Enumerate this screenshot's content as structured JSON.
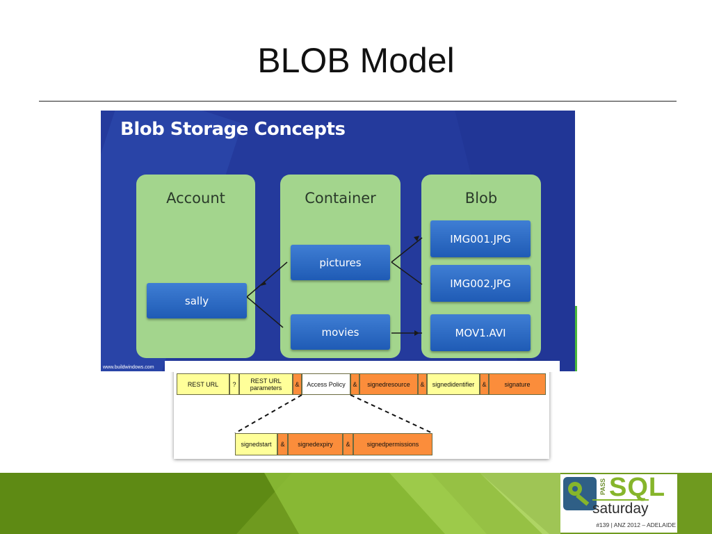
{
  "slide": {
    "title": "BLOB Model"
  },
  "concepts": {
    "heading": "Blob Storage Concepts",
    "credit": "www.buildwindows.com",
    "account": {
      "label": "Account",
      "items": [
        "sally"
      ]
    },
    "container": {
      "label": "Container",
      "items": [
        "pictures",
        "movies"
      ]
    },
    "blob": {
      "label": "Blob",
      "items": [
        "IMG001.JPG",
        "IMG002.JPG",
        "MOV1.AVI"
      ]
    }
  },
  "policy": {
    "row1": [
      "REST URL",
      "?",
      "REST URL parameters",
      "&",
      "Access Policy",
      "&",
      "signedresource",
      "&",
      "signedidentifier",
      "&",
      "signature"
    ],
    "row2": [
      "signedstart",
      "&",
      "signedexpiry",
      "&",
      "signedpermissions"
    ]
  },
  "logo": {
    "pass": "PASS",
    "sql": "SQL",
    "saturday": "saturday",
    "event": "#139 | ANZ 2012 – ADELAIDE"
  },
  "colors": {
    "panel_blue": "#243a9c",
    "column_green": "#a3d58d",
    "box_blue": "#2e6dc6",
    "cell_yellow": "#ffff99",
    "cell_orange": "#fb8d3b",
    "footer_green": "#86b52b"
  }
}
